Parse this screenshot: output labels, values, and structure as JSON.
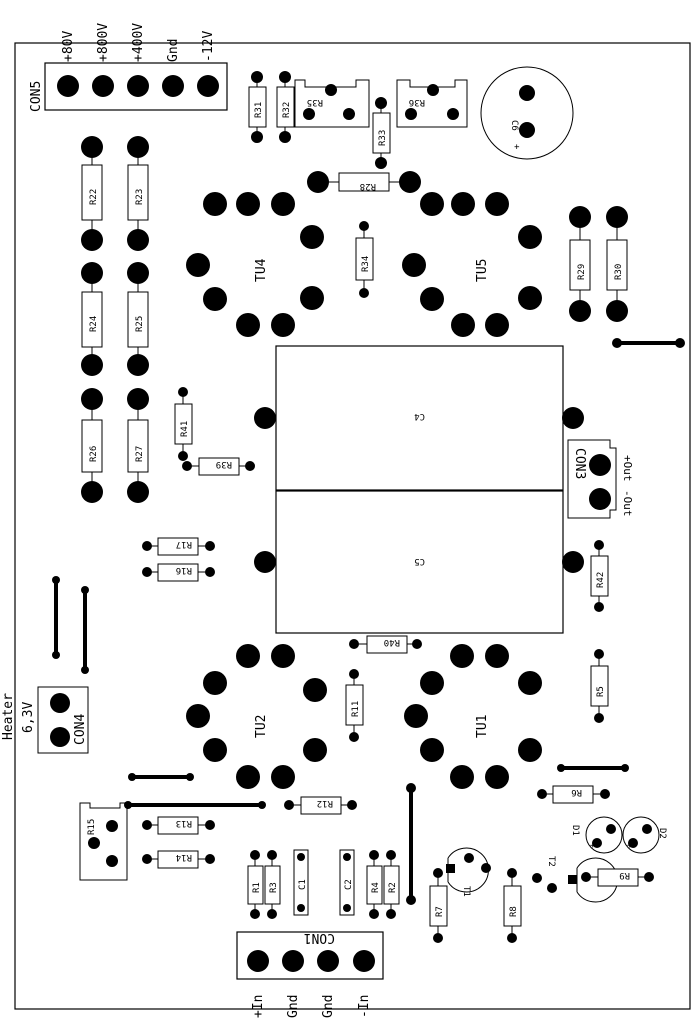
{
  "board": {
    "con5": {
      "name": "CON5",
      "pins": [
        "+80V",
        "+800V",
        "+400V",
        "Gnd",
        "-12V"
      ]
    },
    "con1": {
      "name": "CON1",
      "pins": [
        "+In",
        "Gnd",
        "Gnd",
        "-In"
      ]
    },
    "con3": {
      "name": "CON3",
      "pins": [
        "+Out",
        "-Out"
      ]
    },
    "con4": {
      "name": "CON4",
      "title": "Heater",
      "voltage": "6,3V"
    },
    "tubes": {
      "tu1": "TU1",
      "tu2": "TU2",
      "tu4": "TU4",
      "tu5": "TU5"
    },
    "caps": {
      "c1": "C1",
      "c2": "C2",
      "c4": "C4",
      "c5": "C5",
      "c6": "C6",
      "c6_polarity": "+"
    },
    "diodes": {
      "d1": "D1",
      "d2": "D2",
      "polarity": "+"
    },
    "transistors": {
      "t1": "T1",
      "t2": "T2"
    },
    "resistors": {
      "r1": "R1",
      "r2": "R2",
      "r3": "R3",
      "r4": "R4",
      "r5": "R5",
      "r6": "R6",
      "r7": "R7",
      "r8": "R8",
      "r9": "R9",
      "r11": "R11",
      "r12": "R12",
      "r13": "R13",
      "r14": "R14",
      "r15": "R15",
      "r16": "R16",
      "r17": "R17",
      "r22": "R22",
      "r23": "R23",
      "r24": "R24",
      "r25": "R25",
      "r26": "R26",
      "r27": "R27",
      "r28": "R28",
      "r29": "R29",
      "r30": "R30",
      "r31": "R31",
      "r32": "R32",
      "r33": "R33",
      "r34": "R34",
      "r35": "R35",
      "r36": "R36",
      "r39": "R39",
      "r40": "R40",
      "r41": "R41",
      "r42": "R42"
    }
  }
}
